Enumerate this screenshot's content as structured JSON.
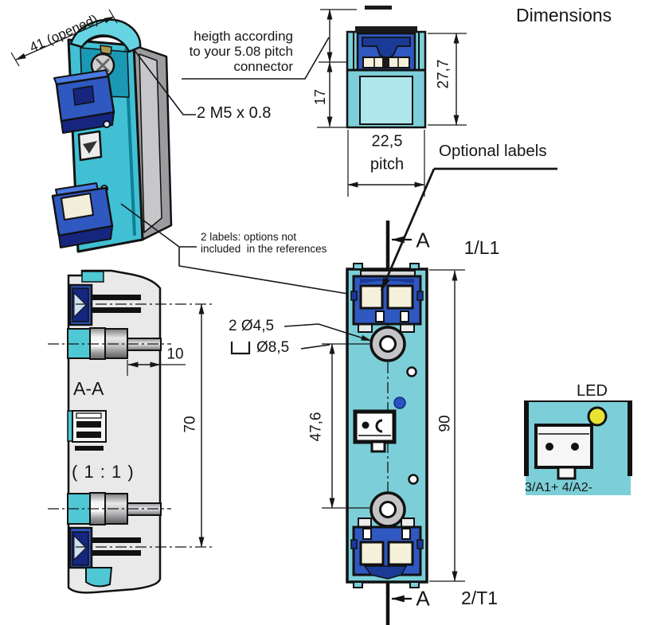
{
  "title": "Dimensions",
  "iso_view": {
    "dim_opened": "41 (opened)",
    "note_height": "heigth according\nto your 5.08 pitch\nconnector",
    "note_thread": "2 M5 x 0.8",
    "note_labels": "2 labels: options not\nincluded  in the references"
  },
  "top_view": {
    "dim_body_height": "17",
    "dim_total_height": "27,7",
    "dim_width": "22,5",
    "dim_width_sub": "pitch"
  },
  "front_view": {
    "callout_optional_labels": "Optional labels",
    "terminal_top": "1/L1",
    "terminal_bottom": "2/T1",
    "section_marker_top": "A",
    "section_marker_bottom": "A",
    "note_holes": "2 Ø4,5",
    "note_counterbore": "Ø8,5",
    "dim_hole_spacing": "47,6",
    "dim_height": "90"
  },
  "section_view": {
    "label": "A-A",
    "scale": "( 1 : 1 )",
    "dim_depth": "10",
    "dim_screw_spacing": "70"
  },
  "led_detail": {
    "label": "LED",
    "terminals": "3/A1+ 4/A2-"
  },
  "colors": {
    "body_teal": "#7ccfd8",
    "iso_teal": "#41c0d4",
    "connector_blue": "#2f58c0",
    "connector_navy": "#16267e",
    "label_cream": "#f4f0da",
    "led_yellow": "#e8e332",
    "section_gray": "#e9e9ea",
    "line_black": "#161616"
  }
}
